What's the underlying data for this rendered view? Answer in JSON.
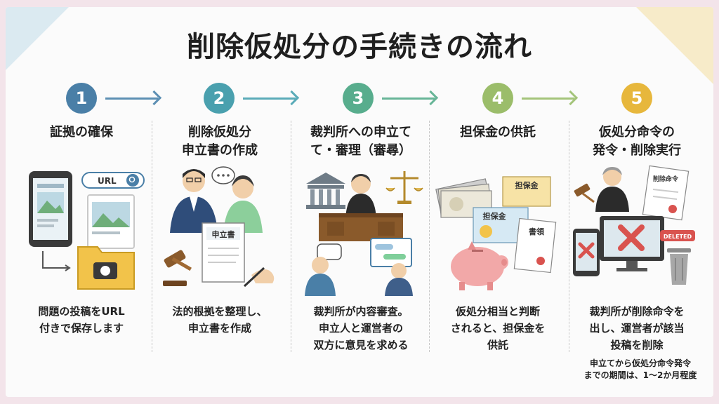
{
  "title": "削除仮処分の手続きの流れ",
  "colors": {
    "step1": "#4a7fa7",
    "step2": "#4aa0ae",
    "step3": "#58ad8d",
    "step4": "#9bbd6a",
    "step5": "#e7b73c"
  },
  "steps": [
    {
      "num": "1",
      "heading": [
        "証拠の確保",
        ""
      ],
      "desc": [
        "問題の投稿をURL",
        "付きで保存します",
        ""
      ],
      "illus_text": "URL"
    },
    {
      "num": "2",
      "heading": [
        "削除仮処分",
        "申立書の作成"
      ],
      "desc": [
        "法的根拠を整理し、",
        "申立書を作成",
        ""
      ],
      "illus_text": "申立書"
    },
    {
      "num": "3",
      "heading": [
        "裁判所への申立て",
        "て・審理（審尋）"
      ],
      "desc": [
        "裁判所が内容審査。",
        "申立人と運営者の",
        "双方に意見を求める"
      ]
    },
    {
      "num": "4",
      "heading": [
        "担保金の供託",
        ""
      ],
      "desc": [
        "仮処分相当と判断",
        "されると、担保金を",
        "供託"
      ],
      "illus_text": [
        "担保金",
        "担保金",
        "書領"
      ]
    },
    {
      "num": "5",
      "heading": [
        "仮処分命令の",
        "発令・削除実行"
      ],
      "desc": [
        "裁判所が削除命令を",
        "出し、運営者が該当",
        "投稿を削除"
      ],
      "illus_text": [
        "削除命令",
        "DELETED"
      ]
    }
  ],
  "note": [
    "申立てから仮処分命令発令",
    "までの期間は、1〜2か月程度"
  ]
}
